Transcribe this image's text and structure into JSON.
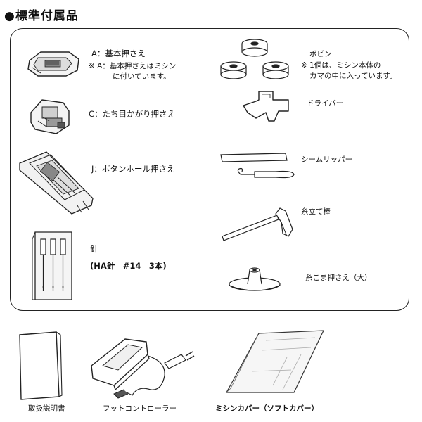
{
  "page": {
    "title": "●標準付属品"
  },
  "items": {
    "foot_a": {
      "label": "A：基本押さえ",
      "note_line1": "※ A：基本押さえはミシン",
      "note_line2": "に付いています。",
      "icon": "presser-foot-a-icon"
    },
    "foot_c": {
      "label": "C：たち目かがり押さえ",
      "icon": "overcast-foot-icon"
    },
    "foot_j": {
      "label": "J：ボタンホール押さえ",
      "icon": "buttonhole-foot-icon"
    },
    "needle": {
      "label": "針",
      "detail": "(HA針　#14　3本)",
      "icon": "needle-pack-icon"
    },
    "bobbin": {
      "label": "ボビン",
      "note_line1": "※ 1個は、ミシン本体の",
      "note_line2": "カマの中に入っています。",
      "icon": "bobbin-icon"
    },
    "driver": {
      "label": "ドライバー",
      "icon": "screwdriver-icon"
    },
    "ripper": {
      "label": "シームリッパー",
      "icon": "seam-ripper-icon"
    },
    "spool_pin": {
      "label": "糸立て棒",
      "icon": "spool-pin-icon"
    },
    "spool_cap": {
      "label": "糸こま押さえ（大）",
      "icon": "spool-cap-icon"
    }
  },
  "bottom": {
    "manual": {
      "label": "取扱説明書",
      "icon": "manual-icon"
    },
    "foot_controller": {
      "label": "フットコントローラー",
      "icon": "foot-controller-icon"
    },
    "cover": {
      "label": "ミシンカバー（ソフトカバー）",
      "icon": "soft-cover-icon"
    }
  }
}
